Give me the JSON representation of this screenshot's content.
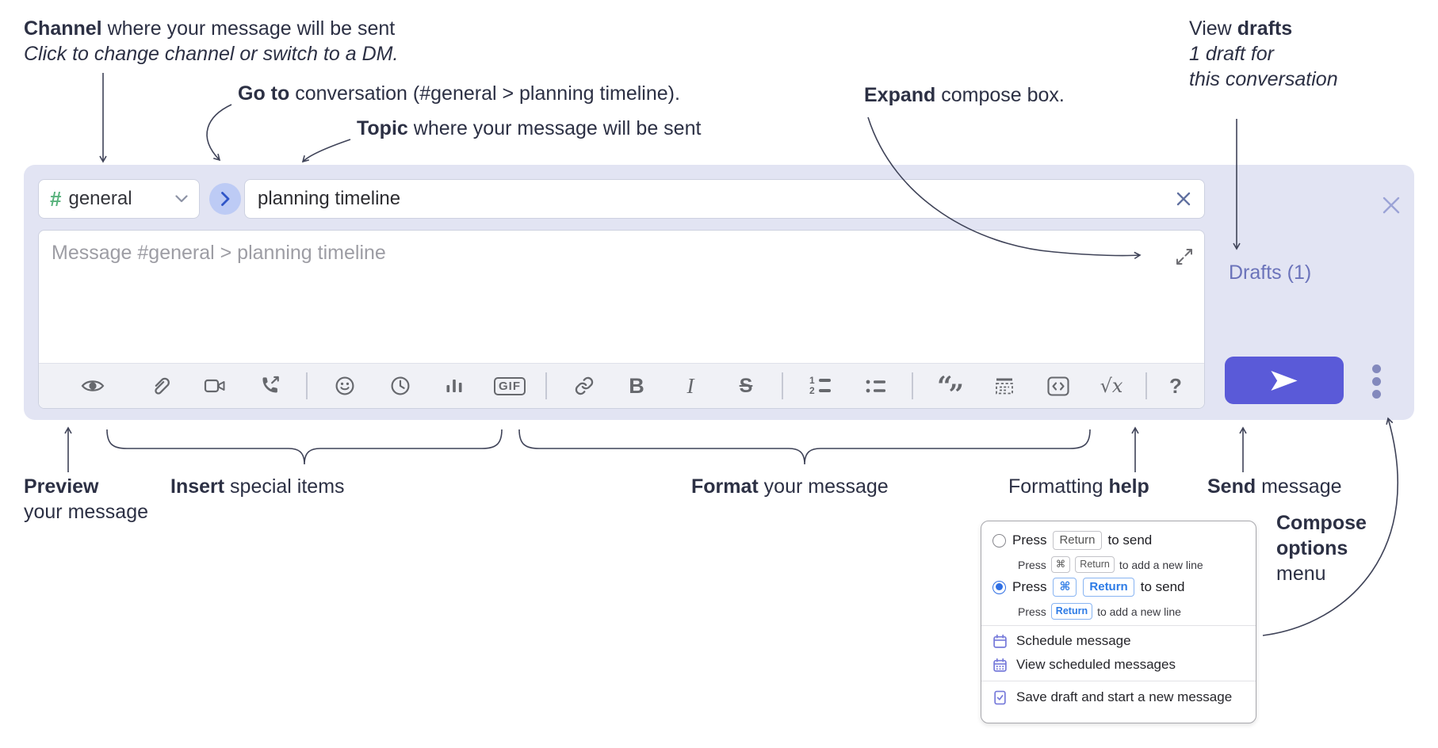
{
  "annotations": {
    "channel": {
      "bold": "Channel",
      "rest": " where your message will be sent",
      "sub": "Click to change channel or switch to a DM."
    },
    "goto": {
      "bold": "Go to",
      "rest": " conversation (#general > planning timeline)."
    },
    "topic": {
      "bold": "Topic",
      "rest": " where your message will be sent"
    },
    "expand": {
      "bold": "Expand",
      "rest": " compose box."
    },
    "drafts": {
      "line1_pre": "View ",
      "line1_bold": "drafts",
      "line2": "1 draft for",
      "line3": "this conversation"
    },
    "preview": {
      "bold": "Preview",
      "line2": "your message"
    },
    "insert": {
      "bold": "Insert",
      "rest": " special items"
    },
    "format": {
      "bold": "Format",
      "rest": " your message"
    },
    "formatting_help": {
      "pre": "Formatting ",
      "bold": "help"
    },
    "send": {
      "bold": "Send",
      "rest": " message"
    },
    "compose_options": {
      "line1": "Compose",
      "line2": "options",
      "line3": "menu"
    }
  },
  "compose": {
    "channel_selector": {
      "hash": "#",
      "label": "general"
    },
    "topic_input": {
      "value": "planning timeline"
    },
    "message_input": {
      "placeholder": "Message #general > planning timeline"
    },
    "drafts_link": "Drafts (1)",
    "toolbar_labels": {
      "gif": "GIF",
      "bold": "B",
      "italic": "I",
      "strike": "S",
      "math": "√x",
      "help": "?",
      "ol1": "1",
      "ol2": "2",
      "quote_open": "“",
      "quote_close": "”"
    },
    "toolbar_icons": [
      "eye",
      "paperclip",
      "video-camera",
      "phone-call",
      "smiley",
      "clock",
      "bar-chart",
      "gif",
      "link",
      "bold",
      "italic",
      "strikethrough",
      "numbered-list",
      "bulleted-list",
      "quote",
      "spoiler",
      "code",
      "math",
      "help"
    ],
    "other_icons": [
      "chevron-down",
      "chevron-right",
      "close-x",
      "clear-x",
      "expand-diagonal",
      "send-plane",
      "overflow-dots",
      "calendar",
      "calendar-dots",
      "draft-check"
    ]
  },
  "popup": {
    "option1": {
      "press": "Press",
      "key": "Return",
      "rest": "to send",
      "sub_press": "Press",
      "sub_key1": "⌘",
      "sub_key2": "Return",
      "sub_rest": "to add a new line"
    },
    "option2": {
      "press": "Press",
      "key1": "⌘",
      "key2": "Return",
      "rest": "to send",
      "sub_press": "Press",
      "sub_key": "Return",
      "sub_rest": "to add a new line"
    },
    "items": [
      {
        "label": "Schedule message"
      },
      {
        "label": "View scheduled messages"
      },
      {
        "label": "Save draft and start a new message"
      }
    ]
  },
  "colors": {
    "compose_bg": "#e2e4f3",
    "send_button": "#5a5ad8",
    "drafts_link": "#6b73ba",
    "channel_hash_green": "#58b27c",
    "goto_circle": "#bdcbf5",
    "goto_chevron": "#3056c8",
    "icon_gray": "#66686d",
    "annotation_text": "#2c3044",
    "radio_selected_blue": "#2f6fe4",
    "menu_icon_purple": "#767ada",
    "kbd_blue": "#2d7be6"
  }
}
